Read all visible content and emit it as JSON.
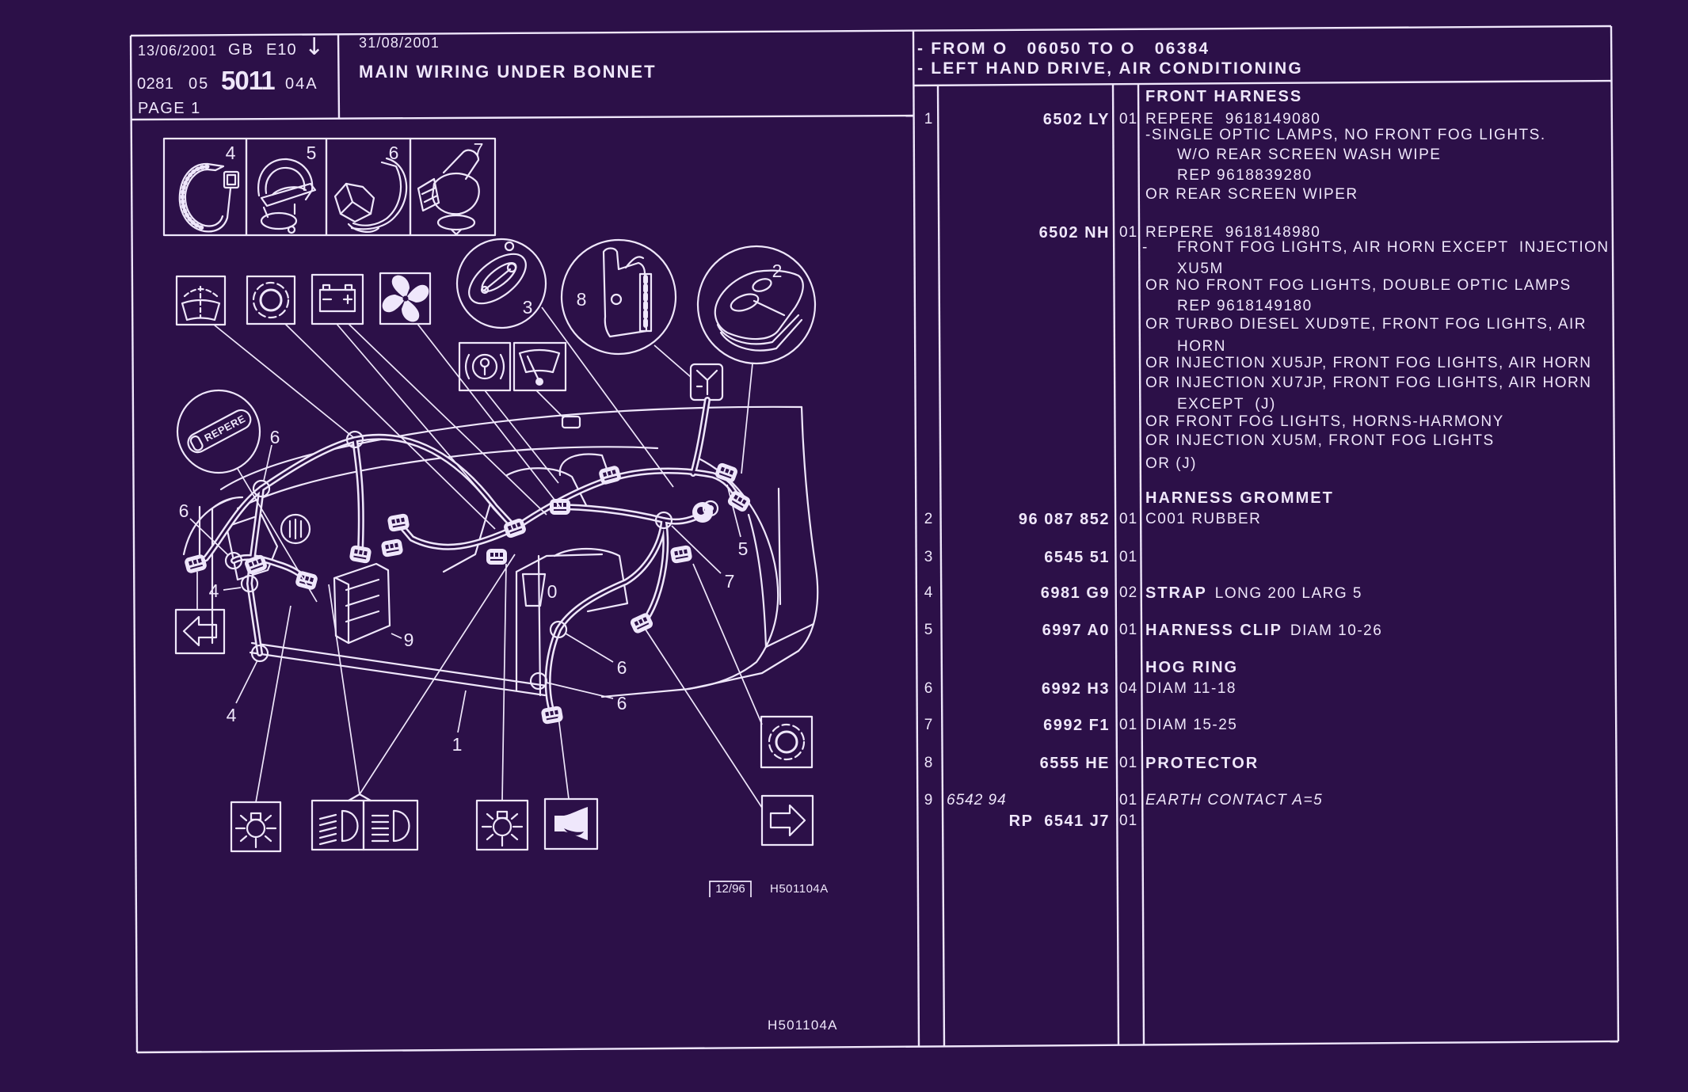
{
  "theme": {
    "background": "#2c1048",
    "ink": "#efe7fb"
  },
  "header": {
    "issue_date": "13/06/2001",
    "country": "GB",
    "edition": "E10",
    "edition_arrow": "↓",
    "ref": {
      "prefix": "0281",
      "group": "05",
      "number": "5011",
      "suffix": "04A"
    },
    "page": "PAGE 1",
    "update_date": "31/08/2001",
    "title": "MAIN WIRING UNDER BONNET",
    "applicability": [
      "- FROM O   06050 TO O   06384",
      "- LEFT HAND DRIVE, AIR CONDITIONING"
    ]
  },
  "diagram": {
    "detail_views": [
      {
        "label": "4",
        "icon": "strap-icon"
      },
      {
        "label": "5",
        "icon": "harness-clip-icon"
      },
      {
        "label": "6",
        "icon": "hog-ring-icon"
      },
      {
        "label": "7",
        "icon": "hog-ring-clip-icon"
      }
    ],
    "zoom_details": [
      {
        "label": "3",
        "icon": "cable-guide-icon"
      },
      {
        "label": "8",
        "icon": "protector-icon"
      },
      {
        "label": "2",
        "icon": "harness-grommet-icon"
      }
    ],
    "repere_tag": "REPERE",
    "symbols": {
      "top_row": [
        "windscreen-washer-icon",
        "sensor-ring-icon",
        "battery-icon",
        "cooling-fan-icon"
      ],
      "middle_row": [
        "brake-warning-icon",
        "windscreen-wiper-icon"
      ],
      "bottom_row": [
        "lamp-icon",
        "dipped-beam-icon",
        "main-beam-icon",
        "lamp-icon",
        "horn-icon"
      ],
      "navigation": [
        "left-arrow-icon",
        "right-arrow-icon"
      ],
      "right_column": [
        "sensor-ring-icon"
      ]
    },
    "callouts": [
      "6",
      "6",
      "4",
      "4",
      "9",
      "1",
      "0",
      "6",
      "6",
      "5",
      "7"
    ],
    "stamp": {
      "date": "12/96",
      "code": "H501104A"
    },
    "footer_code": "H501104A"
  },
  "parts_table": {
    "items": [
      {
        "number": "1",
        "title": "FRONT HARNESS",
        "variants": [
          {
            "part": "6502 LY",
            "qty": "01",
            "lines": [
              {
                "text": "REPERE  9618149080"
              },
              {
                "text": "-SINGLE OPTIC LAMPS, NO FRONT FOG LIGHTS."
              },
              {
                "text": "W/O REAR SCREEN WASH WIPE",
                "level": 1
              },
              {
                "text": "REP 9618839280",
                "level": 1
              },
              {
                "text": "OR REAR SCREEN WIPER"
              }
            ]
          },
          {
            "part": "6502 NH",
            "qty": "01",
            "lines": [
              {
                "text": "REPERE  9618148980"
              },
              {
                "text": "FRONT FOG LIGHTS, AIR HORN EXCEPT  INJECTION",
                "level": 1,
                "bullet": "-"
              },
              {
                "text": "XU5M",
                "level": 1
              },
              {
                "text": "OR NO FRONT FOG LIGHTS, DOUBLE OPTIC LAMPS"
              },
              {
                "text": "REP 9618149180",
                "level": 1
              },
              {
                "text": "OR TURBO DIESEL XUD9TE, FRONT FOG LIGHTS, AIR"
              },
              {
                "text": "HORN",
                "level": 1
              },
              {
                "text": "OR INJECTION XU5JP, FRONT FOG LIGHTS, AIR HORN"
              },
              {
                "text": "OR INJECTION XU7JP, FRONT FOG LIGHTS, AIR HORN"
              },
              {
                "text": "EXCEPT  (J)",
                "level": 1
              },
              {
                "text": "OR FRONT FOG LIGHTS, HORNS-HARMONY"
              },
              {
                "text": "OR INJECTION XU5M, FRONT FOG LIGHTS"
              },
              {
                "text": "OR (J)"
              }
            ]
          }
        ]
      },
      {
        "number": "2",
        "title": "HARNESS GROMMET",
        "variants": [
          {
            "part": "96 087 852",
            "qty": "01",
            "lines": [
              {
                "text": "C001 RUBBER"
              }
            ]
          }
        ]
      },
      {
        "number": "3",
        "title": "",
        "variants": [
          {
            "part": "6545 51",
            "qty": "01",
            "lines": []
          }
        ]
      },
      {
        "number": "4",
        "title": "STRAP",
        "title_inline": true,
        "variants": [
          {
            "part": "6981 G9",
            "qty": "02",
            "lines": [
              {
                "text": "LONG 200 LARG 5"
              }
            ]
          }
        ]
      },
      {
        "number": "5",
        "title": "HARNESS CLIP",
        "title_inline": true,
        "variants": [
          {
            "part": "6997 A0",
            "qty": "01",
            "lines": [
              {
                "text": "DIAM 10-26"
              }
            ]
          }
        ]
      },
      {
        "number": "6",
        "title": "HOG RING",
        "variants": [
          {
            "part": "6992 H3",
            "qty": "04",
            "lines": [
              {
                "text": "DIAM 11-18"
              }
            ]
          }
        ]
      },
      {
        "number": "7",
        "title": "",
        "variants": [
          {
            "part": "6992 F1",
            "qty": "01",
            "lines": [
              {
                "text": "DIAM 15-25"
              }
            ]
          }
        ]
      },
      {
        "number": "8",
        "title": "PROTECTOR",
        "title_inline": true,
        "variants": [
          {
            "part": "6555 HE",
            "qty": "01",
            "lines": []
          }
        ]
      },
      {
        "number": "9",
        "title": "",
        "variants": [
          {
            "part": "6542 94",
            "qty": "01",
            "italic": true,
            "lines": [
              {
                "text": "EARTH CONTACT A=5"
              }
            ]
          },
          {
            "part": "RP  6541 J7",
            "qty": "01",
            "lines": []
          }
        ]
      }
    ]
  }
}
